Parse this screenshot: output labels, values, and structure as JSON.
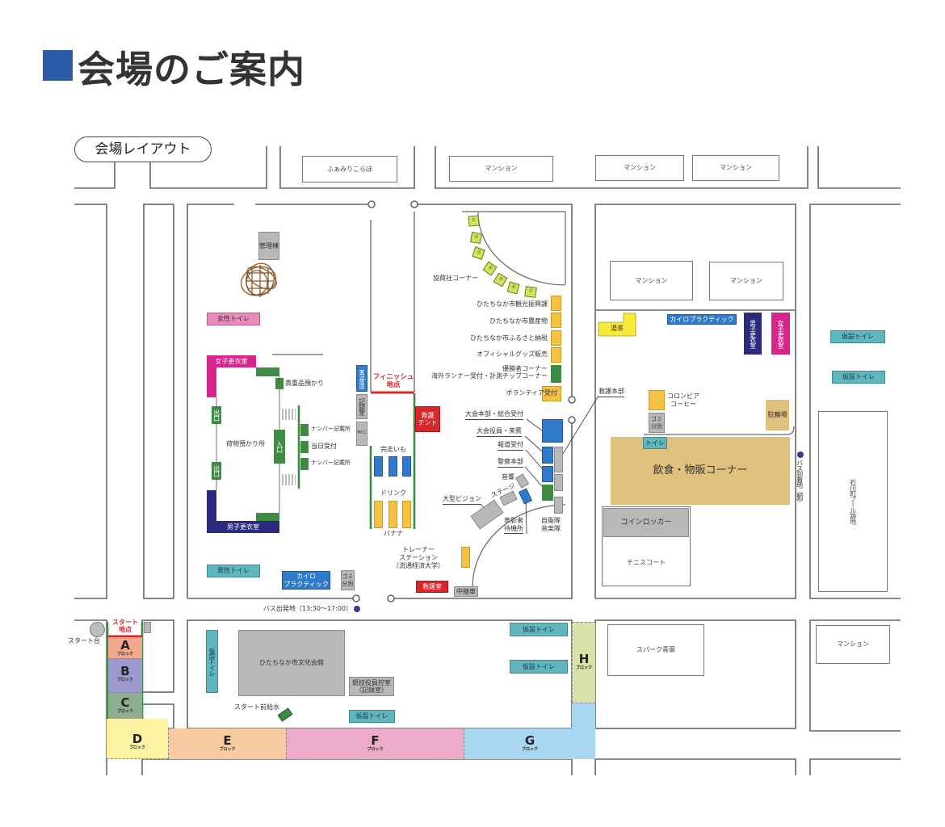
{
  "header": {
    "title": "会場のご案内",
    "accent_color": "#2a5ba8"
  },
  "map": {
    "label": "会場レイアウト",
    "neighbors": {
      "famiri_korabo": "ふぁみりこらぼ",
      "mansion_top_1": "マンション",
      "mansion_top_2": "マンション",
      "mansion_top_3": "マンション",
      "mansion_right_1": "マンション",
      "mansion_right_2": "マンション",
      "mansion_bottom_right": "マンション",
      "spark_aoba": "スパーク青葉",
      "pool_site": "石川町プール跡地",
      "tennis_court": "テニスコート",
      "culture_hall": "ひたちなか市文化会館"
    },
    "west_area": {
      "admin_building": "管理棟",
      "womens_toilet": "女性トイレ",
      "womens_changing": "女子更衣室",
      "valuables": "貴重品預かり",
      "exit_1": "出口",
      "exit_2": "出口",
      "baggage": "荷物預かり所",
      "entrance": "入口",
      "number_desk_1": "ナンバー記載所",
      "same_day_reception": "当日受付",
      "number_desk_2": "ナンバー記載所",
      "mens_changing": "男子更衣室",
      "mens_toilet": "男性トイレ",
      "chiropractic": "カイロ\nプラクティック",
      "garbage": "ゴミ\n分別",
      "bus_departure": "バス出発地（13:30〜17:00）"
    },
    "finish_area": {
      "live_broadcast": "実況放送",
      "record_room": "記録室",
      "mcc": "MCC",
      "finish_point": "フィニッシュ\n地点",
      "first_aid_tent": "救護\nテント",
      "finisher_potato": "完走いも",
      "drink": "ドリンク",
      "banana": "バナナ"
    },
    "east_area": {
      "sponsor_corner": "協賛社コーナー",
      "sponsor_booths": [
        "①",
        "②",
        "③",
        "④",
        "⑤",
        "⑥",
        "⑦"
      ],
      "booths": [
        "ひたちなか市観光振興課",
        "ひたちなか市農産物",
        "ひたちなか市ふるさと納税",
        "オフィシャルグッズ販売"
      ],
      "winners_corner": "優勝者コーナー",
      "overseas_runners": "海外ランナー受付・計測チップコーナー",
      "volunteer": "ボランティア受付",
      "hq": "大会本部・総合受付",
      "officials": "大会役員・来賓",
      "press": "報道受付",
      "police": "警察本部",
      "sound": "音響",
      "stage": "ステージ",
      "big_screen": "大型ビジョン",
      "awardees": "表彰者\n待機所",
      "sdf_band": "自衛隊\n音楽隊",
      "trainer": "トレーナー\nステーション\n（流通経済大学）",
      "first_aid_room": "救護室",
      "relay_car": "中継車",
      "first_aid_hq": "救護本部"
    },
    "right_area": {
      "tea": "湯茶",
      "chiropractic": "カイロプラクティック",
      "mens_changing": "男子更衣室",
      "womens_changing": "女子更衣室",
      "coffee": "コロンビア\nコーヒー",
      "garbage": "ゴミ\n分別",
      "bike_parking": "駐輪場",
      "toilet": "トイレ",
      "food_corner": "飲食・物販コーナー",
      "coin_locker": "コインロッカー",
      "bus_arrival": "バス到着地（朝）",
      "temp_toilet_1": "仮設トイレ",
      "temp_toilet_2": "仮設トイレ"
    },
    "south_area": {
      "start_point": "スタート\n地点",
      "start_stand": "スタート台",
      "temp_toilet_vertical": "仮設トイレ",
      "officials_room": "競技役員控室\n（記録室）",
      "temp_toilet_1": "仮設トイレ",
      "temp_toilet_2": "仮設トイレ",
      "temp_toilet_3": "仮設トイレ",
      "pre_start_water": "スタート前給水"
    },
    "blocks": [
      {
        "letter": "A",
        "suffix": "ブロック",
        "color": "#f3a88c"
      },
      {
        "letter": "B",
        "suffix": "ブロック",
        "color": "#9d99cf"
      },
      {
        "letter": "C",
        "suffix": "ブロック",
        "color": "#8fae8f"
      },
      {
        "letter": "D",
        "suffix": "ブロック",
        "color": "#fbf3a3"
      },
      {
        "letter": "E",
        "suffix": "ブロック",
        "color": "#f7cca2"
      },
      {
        "letter": "F",
        "suffix": "ブロック",
        "color": "#ebabc9"
      },
      {
        "letter": "G",
        "suffix": "ブロック",
        "color": "#a8d5f2"
      },
      {
        "letter": "H",
        "suffix": "ブロック",
        "color": "#d6e2a8"
      }
    ]
  }
}
